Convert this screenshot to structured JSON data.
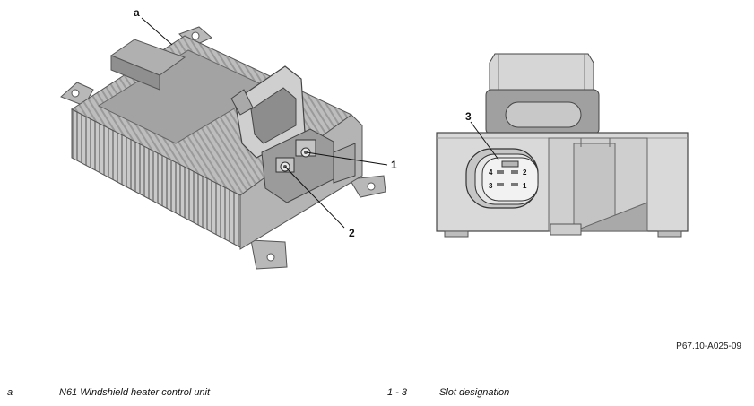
{
  "figure": {
    "callouts": {
      "a": "a",
      "one": "1",
      "two": "2",
      "three": "3"
    },
    "pins": [
      "1",
      "2",
      "3",
      "4"
    ],
    "reference_code": "P67.10-A025-09"
  },
  "legend": [
    {
      "key": "a",
      "description": "N61 Windshield heater control unit"
    },
    {
      "key": "1 - 3",
      "description": "Slot designation"
    }
  ]
}
